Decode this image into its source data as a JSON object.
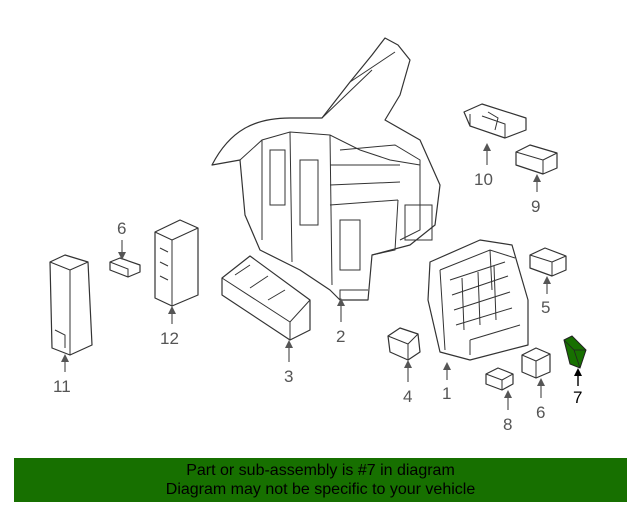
{
  "colors": {
    "highlight": "#177000",
    "line": "#333333",
    "label": "#555555"
  },
  "labels": {
    "p1": "1",
    "p2": "2",
    "p3": "3",
    "p4": "4",
    "p5": "5",
    "p6a": "6",
    "p6b": "6",
    "p7": "7",
    "p8": "8",
    "p9": "9",
    "p10": "10",
    "p11": "11",
    "p12": "12"
  },
  "highlighted_part": "7",
  "banner": {
    "line1": "Part or sub-assembly is #7 in diagram",
    "line2": "Diagram may not be specific to your vehicle"
  }
}
